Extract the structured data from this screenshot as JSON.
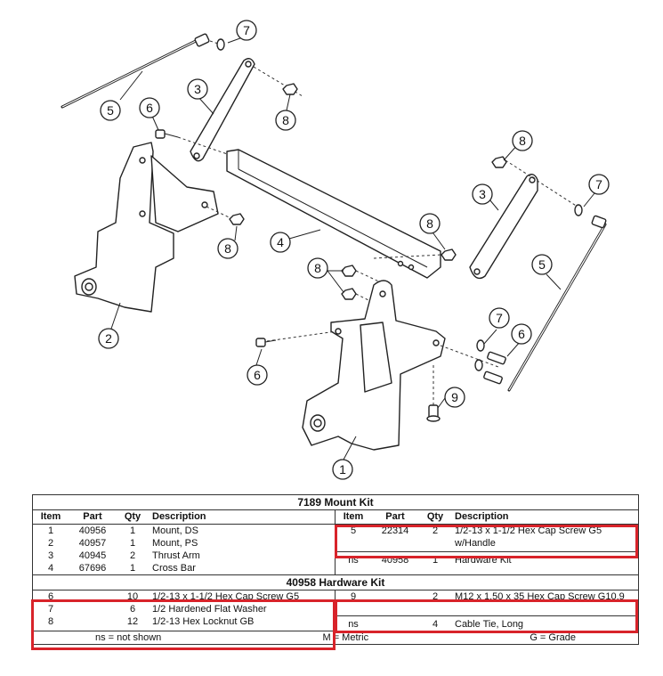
{
  "callouts": {
    "c7a": "7",
    "c5a": "5",
    "c3a": "3",
    "c6a": "6",
    "c8a": "8",
    "c8b": "8",
    "c8c": "8",
    "c3b": "3",
    "c7b": "7",
    "c4": "4",
    "c8d": "8",
    "c2": "2",
    "c8e": "8",
    "c5b": "5",
    "c7c": "7",
    "c6b": "6",
    "c6c": "6",
    "c9": "9",
    "c1": "1"
  },
  "mount_kit": {
    "title": "7189  Mount Kit",
    "headers": {
      "item": "Item",
      "part": "Part",
      "qty": "Qty",
      "desc": "Description"
    },
    "left_rows": [
      {
        "item": "1",
        "part": "40956",
        "qty": "1",
        "desc": "Mount, DS"
      },
      {
        "item": "2",
        "part": "40957",
        "qty": "1",
        "desc": "Mount, PS"
      },
      {
        "item": "3",
        "part": "40945",
        "qty": "2",
        "desc": "Thrust Arm"
      },
      {
        "item": "4",
        "part": "67696",
        "qty": "1",
        "desc": "Cross Bar"
      }
    ],
    "right_rows": [
      {
        "item": "5",
        "part": "22314",
        "qty": "2",
        "desc": "1/2-13 x 1-1/2 Hex Cap Screw G5 w/Handle"
      },
      {
        "item": "ns",
        "part": "40958",
        "qty": "1",
        "desc": "Hardware Kit"
      }
    ]
  },
  "hardware_kit": {
    "title": "40958  Hardware Kit",
    "left_rows": [
      {
        "item": "6",
        "part": "",
        "qty": "10",
        "desc": "1/2-13 x 1-1/2 Hex Cap Screw G5"
      },
      {
        "item": "7",
        "part": "",
        "qty": "6",
        "desc": "1/2 Hardened Flat Washer"
      },
      {
        "item": "8",
        "part": "",
        "qty": "12",
        "desc": "1/2-13 Hex Locknut GB"
      }
    ],
    "right_rows": [
      {
        "item": "9",
        "part": "",
        "qty": "2",
        "desc": "M12 x 1.50 x 35 Hex Cap Screw G10.9"
      },
      {
        "item": "ns",
        "part": "",
        "qty": "4",
        "desc": "Cable Tie, Long"
      }
    ]
  },
  "footer": {
    "ns": "ns = not shown",
    "m": "M = Metric",
    "g": "G = Grade"
  },
  "colors": {
    "highlight": "#d8232a",
    "line": "#222222"
  }
}
